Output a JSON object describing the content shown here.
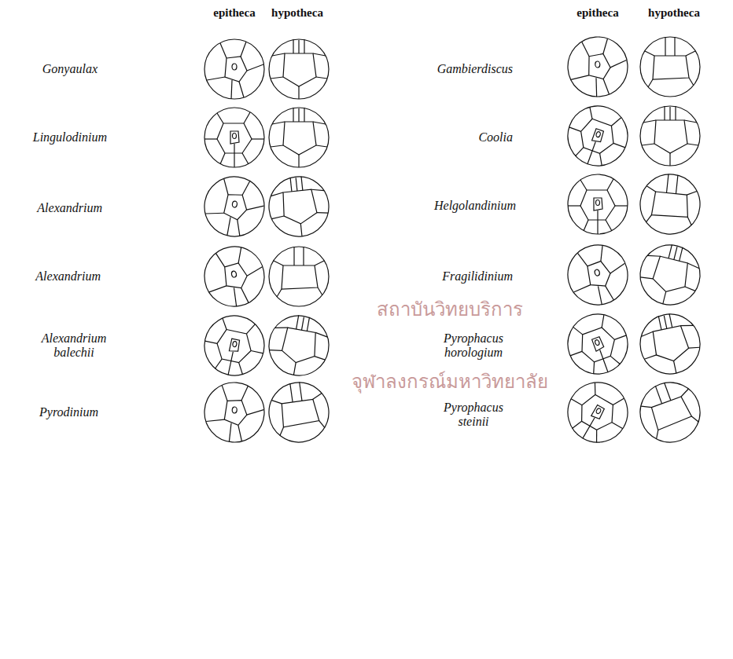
{
  "diagram": {
    "labels": [
      "epitheca",
      "hypotheca",
      "epitheca",
      "hypotheca",
      "Gonyaulax",
      "Lingulodinium",
      "Alexandrium",
      "Alexandrium",
      "Alexandrium balechii",
      "Pyrodinium",
      "Gambierdiscus",
      "Coolia",
      "Helgolandinium",
      "Fragilidinium",
      "Pyrophacus horologium",
      "Pyrophacus steinii",
      "สถาบันวิทยบริการ",
      "จุฬาลงกรณ์มหาวิทยาลัย"
    ]
  }
}
